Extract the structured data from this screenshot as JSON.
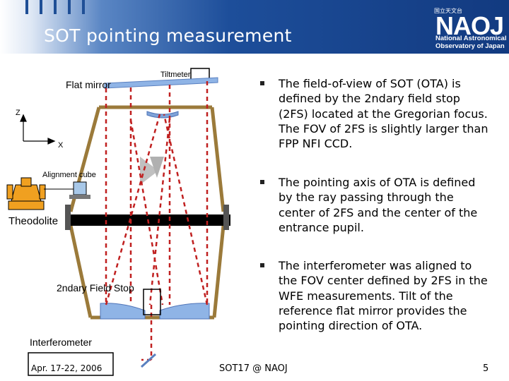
{
  "slide": {
    "title": "SOT pointing measurement",
    "logo": {
      "japanese": "国立天文台",
      "mark": "NAOJ",
      "line1": "National Astronomical",
      "line2": "Observatory of Japan"
    }
  },
  "diagram": {
    "labels": {
      "flat_mirror": "Flat mirror",
      "tiltmeter": "Tiltmeter",
      "z_axis": "Z",
      "x_axis": "X",
      "alignment_cube": "Alignment cube",
      "theodolite": "Theodolite",
      "field_stop": "2ndary Field Stop",
      "interferometer": "Interferometer"
    }
  },
  "bullets": [
    "The field-of-view of SOT (OTA) is defined by the 2ndary field stop (2FS) located at the Gregorian focus. The FOV of 2FS is slightly larger than FPP NFI CCD.",
    "The pointing axis of OTA is defined by the ray passing through the center of 2FS and the center of the entrance pupil.",
    "The interferometer was aligned to the FOV center defined by 2FS in the WFE measurements. Tilt of the reference flat mirror provides the pointing direction of OTA."
  ],
  "footer": {
    "date": "Apr. 17-22, 2006",
    "event": "SOT17 @ NAOJ",
    "page": "5"
  },
  "colors": {
    "header_blue": "#123a80",
    "tube_brown": "#9b7a3a",
    "ray_red": "#c02020",
    "mirror_blue": "#7fa3d8",
    "theodolite_orange": "#f0a020"
  }
}
